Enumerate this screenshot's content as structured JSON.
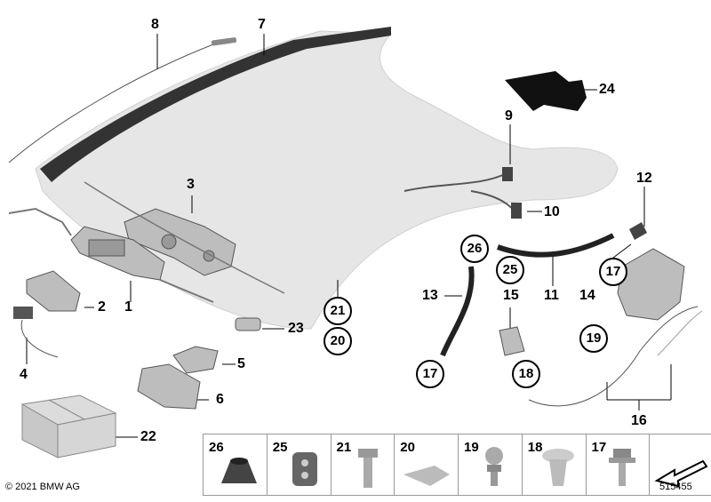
{
  "callouts": [
    {
      "id": "1",
      "text": "1"
    },
    {
      "id": "2",
      "text": "2"
    },
    {
      "id": "3",
      "text": "3"
    },
    {
      "id": "4",
      "text": "4"
    },
    {
      "id": "5",
      "text": "5"
    },
    {
      "id": "6",
      "text": "6"
    },
    {
      "id": "7",
      "text": "7"
    },
    {
      "id": "8",
      "text": "8"
    },
    {
      "id": "9",
      "text": "9"
    },
    {
      "id": "10",
      "text": "10"
    },
    {
      "id": "11",
      "text": "11"
    },
    {
      "id": "12",
      "text": "12"
    },
    {
      "id": "13",
      "text": "13"
    },
    {
      "id": "14",
      "text": "14"
    },
    {
      "id": "15",
      "text": "15"
    },
    {
      "id": "16",
      "text": "16"
    },
    {
      "id": "22",
      "text": "22"
    },
    {
      "id": "23",
      "text": "23"
    },
    {
      "id": "24",
      "text": "24"
    }
  ],
  "circled": [
    {
      "id": "17a",
      "text": "17"
    },
    {
      "id": "17b",
      "text": "17"
    },
    {
      "id": "18",
      "text": "18"
    },
    {
      "id": "19",
      "text": "19"
    },
    {
      "id": "20",
      "text": "20"
    },
    {
      "id": "21",
      "text": "21"
    },
    {
      "id": "25",
      "text": "25"
    },
    {
      "id": "26",
      "text": "26"
    }
  ],
  "legend": [
    "26",
    "25",
    "21",
    "20",
    "19",
    "18",
    "17",
    ""
  ],
  "footer": {
    "copyright": "© 2021 BMW AG",
    "diagram_number": "515455"
  },
  "colors": {
    "roof": "#e6e6e6",
    "seal": "#333333",
    "line": "#000000",
    "part": "#bdbdbd"
  }
}
